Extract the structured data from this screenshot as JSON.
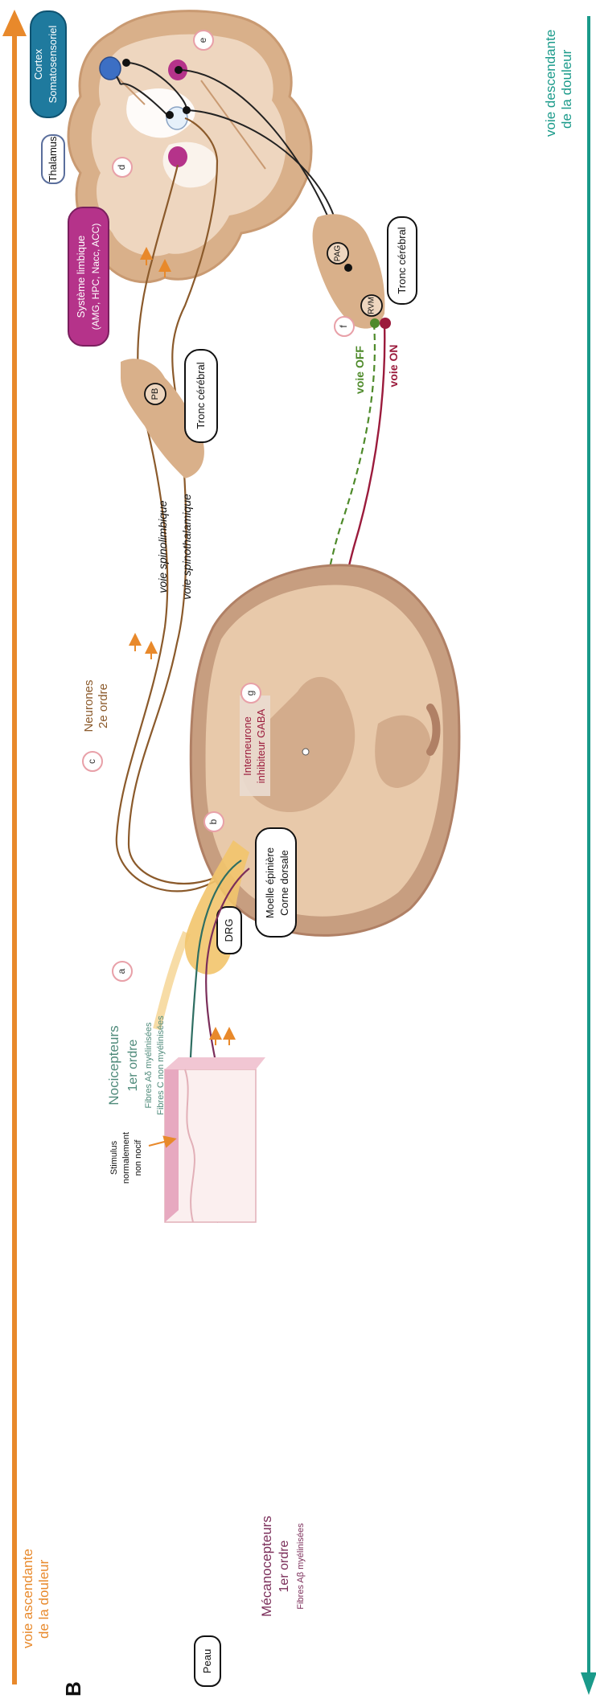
{
  "panel_letter": "B",
  "ascending": {
    "line1": "voie ascendante",
    "line2": "de la douleur"
  },
  "descending": {
    "line1": "voie descendante",
    "line2": "de la douleur"
  },
  "cortex": {
    "line1": "Cortex",
    "line2": "Somatosensoriel"
  },
  "thalamus": "Thalamus",
  "limbic": {
    "line1": "Système limbique",
    "line2": "(AMG, HPC, Nacc, ACC)"
  },
  "brainstem_label": "Tronc cérébral",
  "pb": "PB",
  "pag": "PAG",
  "rvm": "RVM",
  "voie_off": "voie OFF",
  "voie_on": "voie ON",
  "spinolimbique": "voie spinolimbique",
  "spinothalamique": "voie spinothalamique",
  "second_order": {
    "line1": "Neurones",
    "line2": "2e ordre"
  },
  "interneuron": {
    "line1": "Interneurone",
    "line2": "inhibiteur GABA"
  },
  "spinal_cord": {
    "line1": "Moelle épinière",
    "line2": "Corne dorsale"
  },
  "drg": "DRG",
  "nociceptors": {
    "title": "Nocicepteurs",
    "order": "1er ordre",
    "fiber1": "Fibres Aδ myélinisées",
    "fiber2": "Fibres C non myélinisées"
  },
  "mechanoceptors": {
    "title": "Mécanocepteurs",
    "order": "1er ordre",
    "fiber": "Fibres Aβ myélinisées"
  },
  "stimulus": {
    "line1": "Stimulus",
    "line2": "normalement",
    "line3": "non nocif"
  },
  "skin": "Peau",
  "markers": [
    "a",
    "b",
    "c",
    "d",
    "e",
    "f",
    "g"
  ],
  "colors": {
    "ascending": "#E8892B",
    "descending": "#1A9A8A",
    "mechano": "#7B2E5A",
    "nocicep": "#2E6E62",
    "second_order": "#8B5A2B",
    "on": "#9B1B3C",
    "off": "#4E8A2A",
    "limbic": "#B5338A",
    "cortex": "#1F7A9E",
    "tissue": "#E9C9A8"
  }
}
